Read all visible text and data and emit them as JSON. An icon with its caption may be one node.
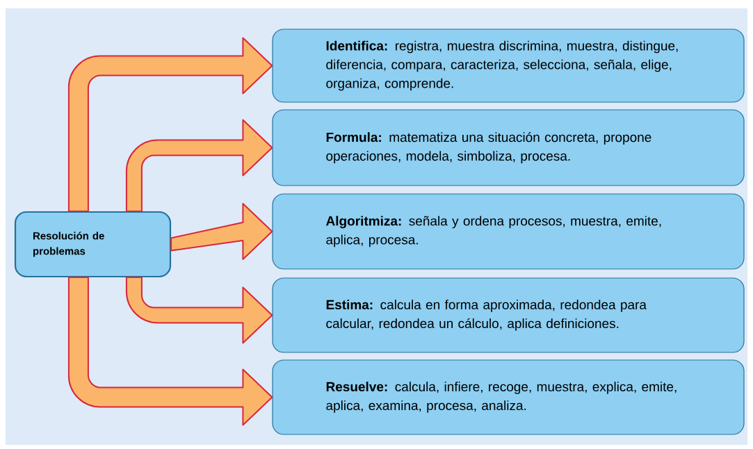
{
  "diagram": {
    "nodes": [
      {
        "text": [
          "Resolución de problemas"
        ]
      },
      {
        "text": [
          "**Identifica:** registra, muestra discrimina, muestra, distingue, diferencia, compara, caracteriza, selecciona, señala, elige, organiza, comprende."
        ]
      },
      {
        "text": [
          "**Formula:** matematiza una situación concreta, propone operaciones, modela, simboliza, procesa."
        ]
      },
      {
        "text": [
          "**Algoritmiza:** señala y ordena procesos, muestra, emite, aplica, procesa."
        ]
      },
      {
        "text": [
          "**Estima:** calcula en forma aproximada, redondea para calcular, redondea un cálculo, aplica definiciones."
        ]
      },
      {
        "text": [
          "**Resuelve:** calcula, infiere, recoge, muestra, explica, emite, aplica, examina, procesa, analiza."
        ]
      }
    ],
    "edges": [
      {
        "from": 0,
        "to": 1,
        "arrow": "to"
      },
      {
        "from": 0,
        "to": 2,
        "arrow": "to"
      },
      {
        "from": 0,
        "to": 3,
        "arrow": "to"
      },
      {
        "from": 0,
        "to": 4,
        "arrow": "to"
      },
      {
        "from": 0,
        "to": 5,
        "arrow": "to"
      }
    ]
  }
}
